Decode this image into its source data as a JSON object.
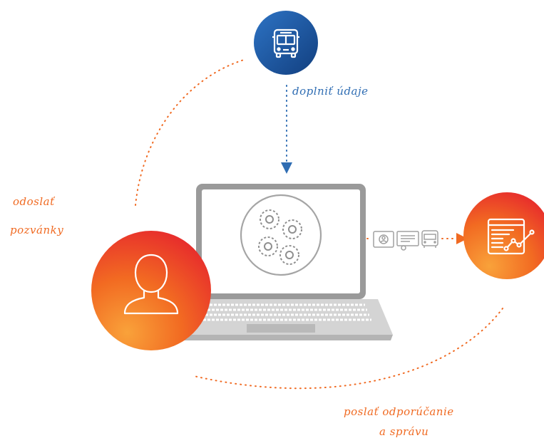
{
  "labels": {
    "fill_data": "doplniť údaje",
    "send_invites_line1": "odoslať",
    "send_invites_line2": "pozvánky",
    "send_recommendation_line1": "poslať odporúčanie",
    "send_recommendation_line2": "a správu"
  },
  "nodes": [
    {
      "id": "bus",
      "icon": "bus-icon"
    },
    {
      "id": "user",
      "icon": "user-icon"
    },
    {
      "id": "laptop",
      "icon": "gears-icon"
    },
    {
      "id": "report",
      "icon": "report-chart-icon"
    }
  ],
  "transfer_icons": [
    "photo-id-icon",
    "certificate-icon",
    "bus-icon"
  ],
  "colors": {
    "blue_dark": "#123f7f",
    "blue_light": "#2d73c4",
    "orange": "#f37a21",
    "red": "#e8262c",
    "gray": "#9a9a9a",
    "light_gray": "#d9d9d9"
  }
}
